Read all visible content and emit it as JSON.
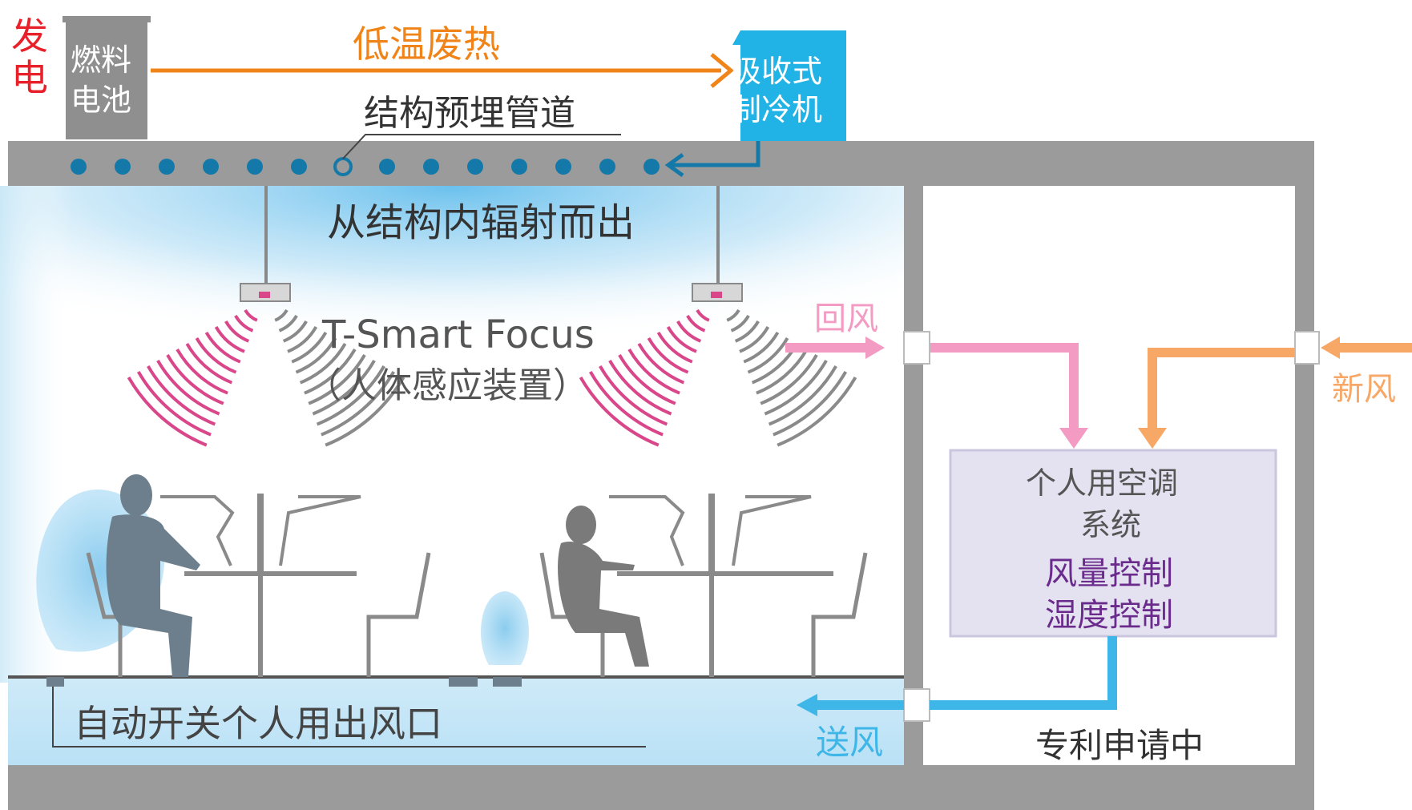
{
  "labels": {
    "power_generation": "发电",
    "power_generation_line1": "发",
    "power_generation_line2": "电",
    "fuel_cell_line1": "燃料",
    "fuel_cell_line2": "电池",
    "low_temp_waste_heat": "低温废热",
    "absorption_chiller_line1": "吸收式",
    "absorption_chiller_line2": "制冷机",
    "embedded_pipes": "结构预埋管道",
    "radiation_from_structure": "从结构内辐射而出",
    "sensor_name": "T-Smart Focus",
    "sensor_desc": "（人体感应装置）",
    "return_air": "回风",
    "fresh_air": "新风",
    "personal_ac_line1": "个人用空调",
    "personal_ac_line2": "系统",
    "airflow_control": "风量控制",
    "humidity_control": "湿度控制",
    "auto_outlet": "自动开关个人用出风口",
    "supply_air": "送风",
    "patent_pending": "专利申请中"
  },
  "colors": {
    "structure_gray": "#9b9b9b",
    "pipe_blue": "#1479a8",
    "chiller_cyan": "#22b3e6",
    "waste_heat_orange": "#f08418",
    "power_red": "#e8202a",
    "return_air_pink": "#f39bc3",
    "fresh_air_orange": "#f7a766",
    "supply_air_blue": "#3fb6e8",
    "sensor_magenta": "#d9478a",
    "control_purple": "#6a2b8c",
    "ac_box_fill": "#e4e2f0"
  }
}
